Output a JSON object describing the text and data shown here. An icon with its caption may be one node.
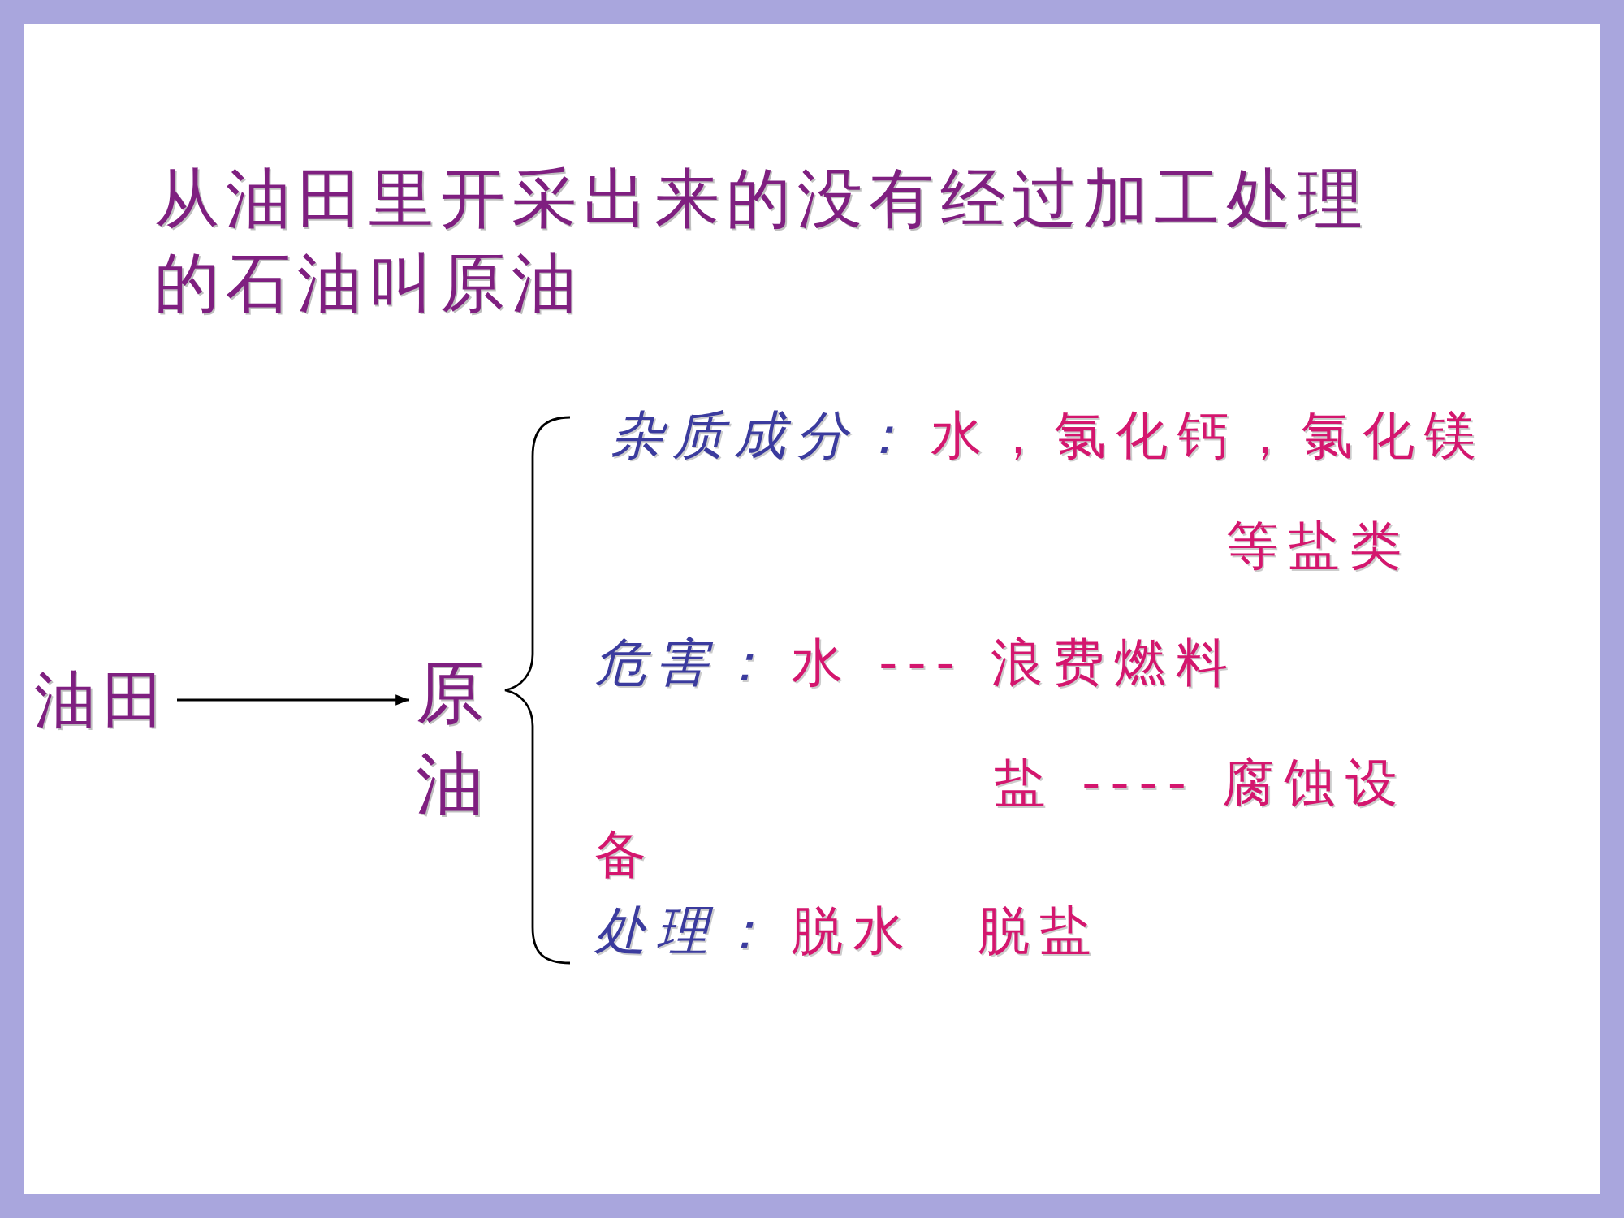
{
  "diagram": {
    "title": "从油田里开采出来的没有经过加工处理的石油叫原油",
    "nodes": [
      {
        "text": [
          "油田"
        ]
      },
      {
        "text": [
          "原油"
        ]
      }
    ],
    "edges": [
      {
        "from": 0,
        "to": 1,
        "arrow": "to"
      }
    ],
    "labels": [
      "杂质成分：",
      "水，氯化钙，氯化镁等盐类",
      "危害：",
      "水 --- 浪费燃料",
      "盐 ---- 腐蚀设备",
      "处理：",
      "脱水",
      "脱盐"
    ]
  }
}
